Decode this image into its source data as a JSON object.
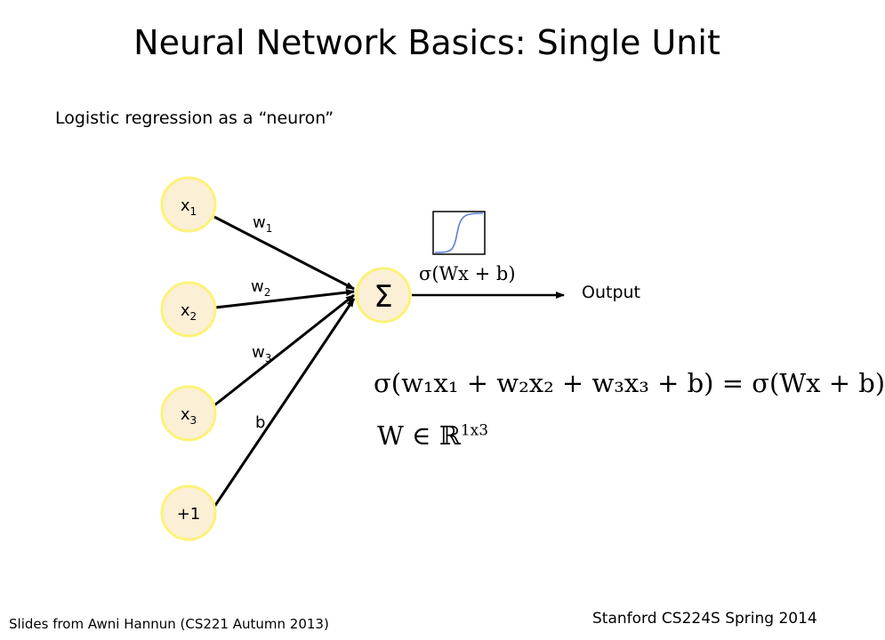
{
  "title": "Neural Network Basics: Single Unit",
  "subtitle": "Logistic regression as a “neuron”",
  "inputs": [
    {
      "base": "x",
      "sub": "1"
    },
    {
      "base": "x",
      "sub": "2"
    },
    {
      "base": "x",
      "sub": "3"
    },
    {
      "base": "+1",
      "sub": ""
    }
  ],
  "weights": [
    {
      "base": "w",
      "sub": "1"
    },
    {
      "base": "w",
      "sub": "2"
    },
    {
      "base": "w",
      "sub": "3"
    },
    {
      "base": "b",
      "sub": ""
    }
  ],
  "sum_symbol": "Σ",
  "activation_formula": "σ(Wx + b)",
  "output_label": "Output",
  "equation_main": "σ(w₁x₁ + w₂x₂ + w₃x₃ + b) = σ(Wx + b)",
  "equation_dim_prefix": "W ∈ ℝ",
  "equation_dim_sup": "1x3",
  "footer_left": "Slides from Awni Hannun (CS221 Autumn 2013)",
  "footer_right": "Stanford CS224S Spring 2014",
  "colors": {
    "node_fill": "#fbefd5",
    "node_border": "#fdf27a",
    "sigmoid_curve": "#5b7fd9"
  }
}
